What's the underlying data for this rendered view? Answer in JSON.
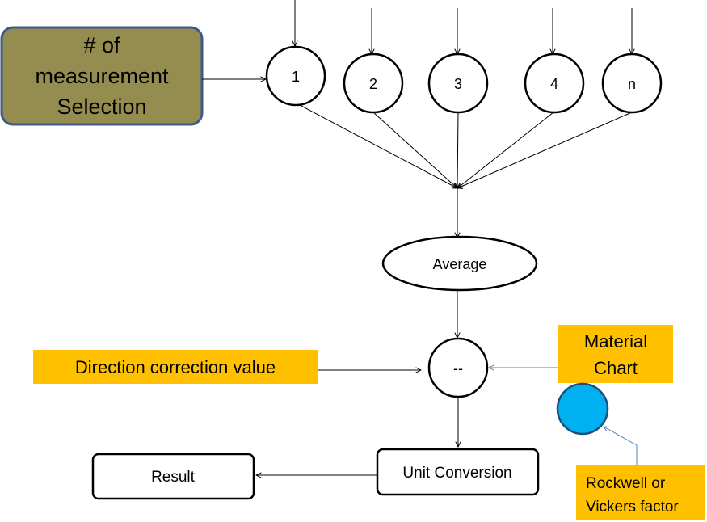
{
  "diagram": {
    "selection_box": {
      "line1": "# of",
      "line2": "measurement",
      "line3": "Selection",
      "fill": "#958C50",
      "stroke": "#3C5A8A",
      "text_color": "#FFFFFF"
    },
    "measurements": [
      "1",
      "2",
      "3",
      "4",
      "n"
    ],
    "average": "Average",
    "correction_op": "--",
    "direction_label": "Direction correction value",
    "material_label": {
      "line1": "Material",
      "line2": "Chart"
    },
    "factor_label": {
      "line1": "Rockwell or",
      "line2": "Vickers factor"
    },
    "unit_conversion": "Unit Conversion",
    "result": "Result",
    "colors": {
      "label_fill": "#FFC000",
      "factor_circle": "#00B0F0",
      "blue_connector": "#4F81BD",
      "stroke": "#000000"
    }
  }
}
